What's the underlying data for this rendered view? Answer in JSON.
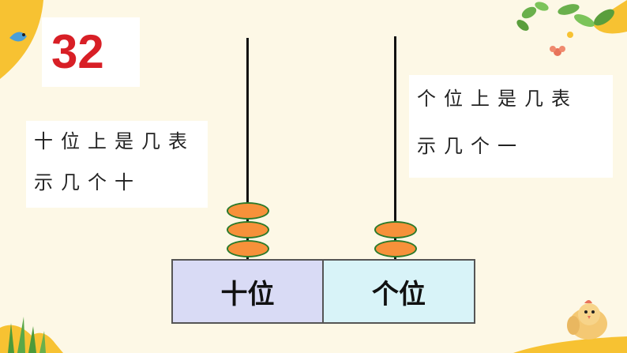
{
  "number": "32",
  "notes": {
    "tens": {
      "line1": "十位上是几表",
      "line2": "示几个十"
    },
    "ones": {
      "line1": "个位上是几表",
      "line2": "示几个一"
    }
  },
  "places": [
    {
      "label": "十位",
      "beads": 3
    },
    {
      "label": "个位",
      "beads": 2
    }
  ],
  "colors": {
    "background": "#fdf8e6",
    "number": "#d81f26",
    "bead_fill": "#f7913a",
    "bead_outline": "#2b7a2b",
    "tens_box": "#d9dbf5",
    "ones_box": "#d8f3f8"
  }
}
